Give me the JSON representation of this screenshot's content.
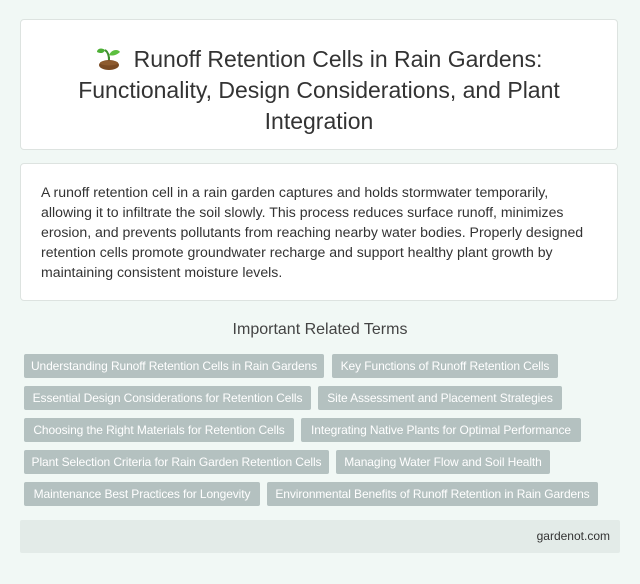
{
  "header": {
    "title": "Runoff Retention Cells in Rain Gardens: Functionality, Design Considerations, and Plant Integration",
    "icon": "sprout-icon"
  },
  "summary": {
    "text": "A runoff retention cell in a rain garden captures and holds stormwater temporarily, allowing it to infiltrate the soil slowly. This process reduces surface runoff, minimizes erosion, and prevents pollutants from reaching nearby water bodies. Properly designed retention cells promote groundwater recharge and support healthy plant growth by maintaining consistent moisture levels."
  },
  "related": {
    "heading": "Important Related Terms",
    "tags": [
      "Understanding Runoff Retention Cells in Rain Gardens",
      "Key Functions of Runoff Retention Cells",
      "Essential Design Considerations for Retention Cells",
      "Site Assessment and Placement Strategies",
      "Choosing the Right Materials for Retention Cells",
      "Integrating Native Plants for Optimal Performance",
      "Plant Selection Criteria for Rain Garden Retention Cells",
      "Managing Water Flow and Soil Health",
      "Maintenance Best Practices for Longevity",
      "Environmental Benefits of Runoff Retention in Rain Gardens"
    ]
  },
  "footer": {
    "site": "gardenot.com"
  },
  "colors": {
    "background": "#f1f8f5",
    "tag_background": "#b4c1c0",
    "footer_background": "#e3ebe8"
  }
}
